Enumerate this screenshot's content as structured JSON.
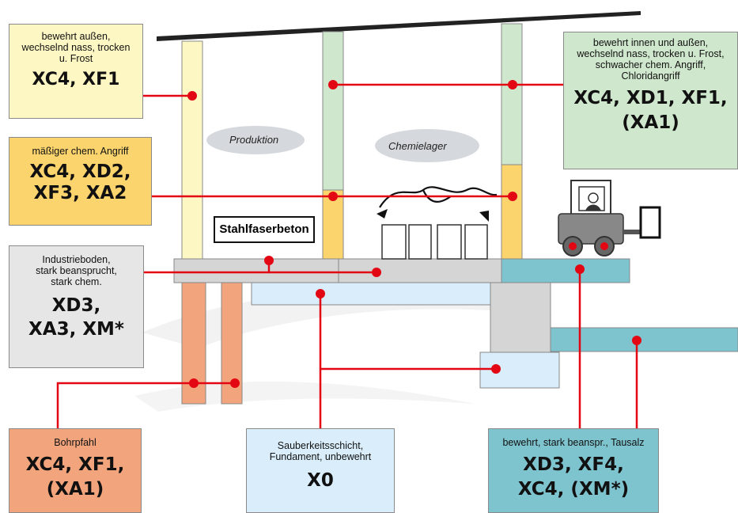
{
  "scene": {
    "labels": {
      "produktion": "Produktion",
      "chemielager": "Chemielager",
      "stahlfaserbeton": "Stahlfaserbeton"
    }
  },
  "boxes": {
    "top_left": {
      "desc": "bewehrt außen,\nwechselnd nass, trocken\nu. Frost",
      "code": "XC4, XF1",
      "color": "#fdf7c3"
    },
    "chem_angriff": {
      "desc": "mäßiger chem. Angriff",
      "code": "XC4, XD2,\nXF3, XA2",
      "color": "#fbd46d"
    },
    "industrieboden": {
      "desc": "Industrieboden,\nstark beansprucht,\nstark chem.",
      "code": "XD3,\nXA3, XM*",
      "color": "#e6e6e6"
    },
    "bohrpfahl": {
      "desc": "Bohrpfahl",
      "code": "XC4, XF1,\n(XA1)",
      "color": "#f2a57c"
    },
    "sauberkeit": {
      "desc": "Sauberkeitsschicht,\nFundament, unbewehrt",
      "code": "X0",
      "color": "#d9eefa"
    },
    "tausalz": {
      "desc": "bewehrt, stark beanspr., Tausalz",
      "code": "XD3, XF4,\nXC4, (XM*)",
      "color": "#7ec4cf"
    },
    "top_right": {
      "desc": "bewehrt innen und außen,\nwechselnd nass, trocken u. Frost,\nschwacher chem. Angriff,\nChloridangriff",
      "code": "XC4, XD1, XF1,\n(XA1)",
      "color": "#cfe7cc"
    }
  },
  "colors": {
    "line": "#e30613",
    "gray_slab": "#d5d5d5",
    "light_blue": "#d9eefa",
    "teal": "#7ec4cf",
    "pile": "#f2a57c"
  }
}
